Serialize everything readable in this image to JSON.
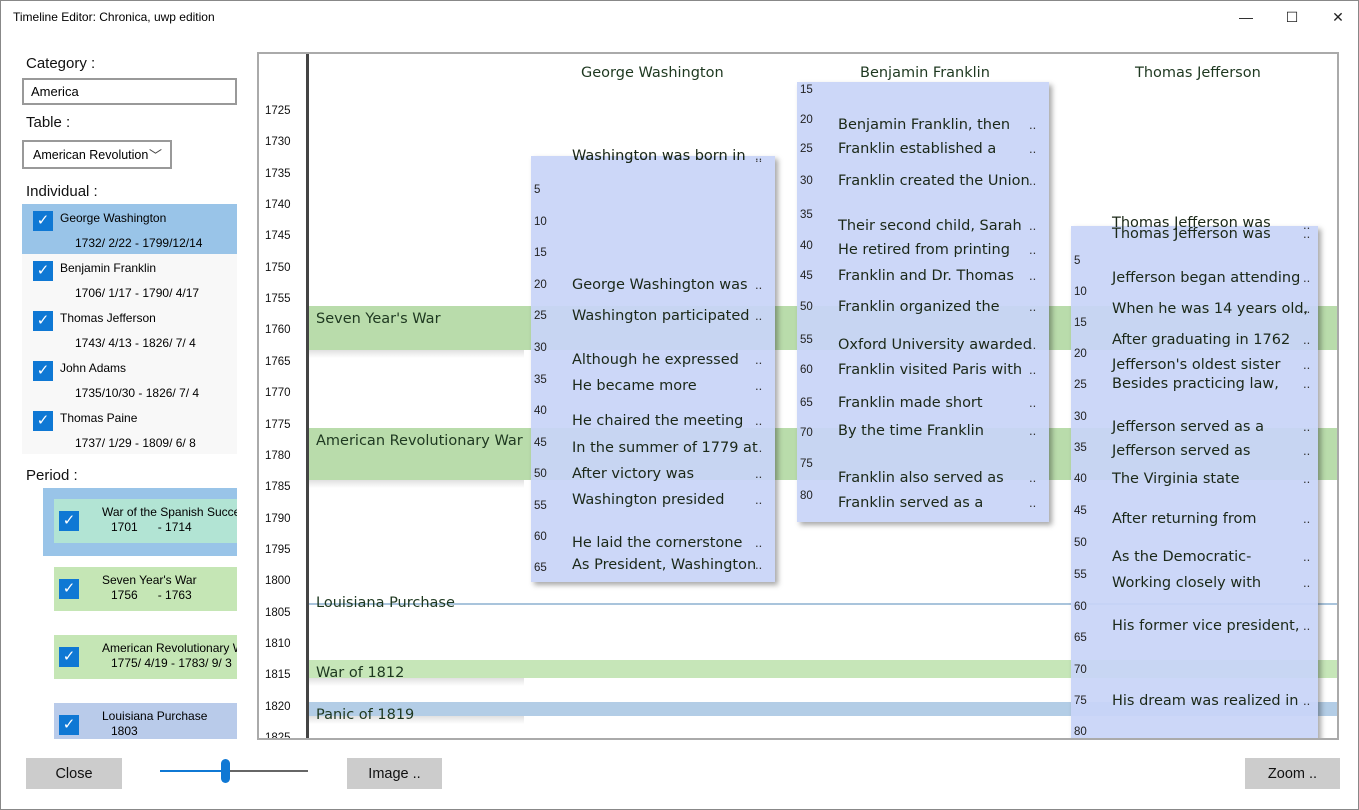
{
  "window": {
    "title": "Timeline Editor: Chronica, uwp edition",
    "min_glyph": "—",
    "max_glyph": "☐",
    "close_glyph": "✕"
  },
  "sidebar": {
    "category_label": "Category :",
    "category_value": "America",
    "table_label": "Table :",
    "table_value": "American Revolution",
    "individual_label": "Individual :",
    "individuals": [
      {
        "name": "George Washington",
        "dates": "1732/ 2/22 - 1799/12/14",
        "checked": true
      },
      {
        "name": "Benjamin Franklin",
        "dates": "1706/ 1/17 - 1790/ 4/17",
        "checked": true
      },
      {
        "name": "Thomas Jefferson",
        "dates": "1743/ 4/13 - 1826/ 7/ 4",
        "checked": true
      },
      {
        "name": "John Adams",
        "dates": "1735/10/30 - 1826/ 7/ 4",
        "checked": true
      },
      {
        "name": "Thomas Paine",
        "dates": "1737/ 1/29 - 1809/ 6/ 8",
        "checked": true
      }
    ],
    "period_label": "Period :",
    "periods": [
      {
        "name": "War of the Spanish Succession",
        "dates": "1701      - 1714",
        "color": "#b2e4d4",
        "checked": true
      },
      {
        "name": "Seven Year's War",
        "dates": "1756      - 1763",
        "color": "#c5e6b5",
        "checked": true
      },
      {
        "name": "American Revolutionary War",
        "dates": "1775/ 4/19 - 1783/ 9/ 3",
        "color": "#c5e6b5",
        "checked": true
      },
      {
        "name": "Louisiana Purchase",
        "dates": "1803",
        "color": "#b9cbea",
        "checked": true
      }
    ],
    "check_glyph": "✓"
  },
  "bottom": {
    "close_label": "Close",
    "image_label": "Image ..",
    "zoom_label": "Zoom .."
  },
  "timeline": {
    "years": [
      "1725",
      "1730",
      "1735",
      "1740",
      "1745",
      "1750",
      "1755",
      "1760",
      "1765",
      "1770",
      "1775",
      "1780",
      "1785",
      "1790",
      "1795",
      "1800",
      "1805",
      "1810",
      "1815",
      "1820",
      "1825"
    ],
    "bands": [
      {
        "label": "Seven Year's War",
        "color": "#b9dcab"
      },
      {
        "label": "American Revolutionary War",
        "color": "#b9dcab"
      },
      {
        "label": "Louisiana Purchase",
        "color": "#a9c4dc"
      },
      {
        "label": "War of 1812",
        "color": "#c6e6b8"
      },
      {
        "label": "Panic of 1819",
        "color": "#b3cde6"
      }
    ],
    "columns": [
      {
        "name": "George Washington",
        "events": [
          {
            "age": "",
            "text": "Washington was born in",
            "more": ".."
          },
          {
            "age": "5",
            "text": "",
            "more": ""
          },
          {
            "age": "10",
            "text": "",
            "more": ""
          },
          {
            "age": "15",
            "text": "",
            "more": ""
          },
          {
            "age": "20",
            "text": "George Washington was",
            "more": ".."
          },
          {
            "age": "25",
            "text": "Washington participated",
            "more": ".."
          },
          {
            "age": "30",
            "text": "",
            "more": ""
          },
          {
            "age": "",
            "text": "Although he expressed",
            "more": ".."
          },
          {
            "age": "35",
            "text": "He became more",
            "more": ".."
          },
          {
            "age": "40",
            "text": "",
            "more": ""
          },
          {
            "age": "",
            "text": "He chaired the meeting",
            "more": ".."
          },
          {
            "age": "45",
            "text": "In the summer of 1779 at",
            "more": ".."
          },
          {
            "age": "50",
            "text": "After victory was",
            "more": ".."
          },
          {
            "age": "55",
            "text": "Washington presided",
            "more": ".."
          },
          {
            "age": "60",
            "text": "",
            "more": ""
          },
          {
            "age": "",
            "text": "He laid the cornerstone",
            "more": ".."
          },
          {
            "age": "65",
            "text": "As President, Washington",
            "more": ".."
          }
        ]
      },
      {
        "name": "Benjamin Franklin",
        "events": [
          {
            "age": "15",
            "text": "",
            "more": ""
          },
          {
            "age": "20",
            "text": "",
            "more": ""
          },
          {
            "age": "",
            "text": "Benjamin Franklin, then",
            "more": ".."
          },
          {
            "age": "25",
            "text": "Franklin established a",
            "more": ".."
          },
          {
            "age": "30",
            "text": "Franklin created the Union",
            "more": ".."
          },
          {
            "age": "35",
            "text": "",
            "more": ""
          },
          {
            "age": "",
            "text": "Their second child, Sarah",
            "more": ".."
          },
          {
            "age": "40",
            "text": "He retired from printing",
            "more": ".."
          },
          {
            "age": "45",
            "text": "Franklin and Dr. Thomas",
            "more": ".."
          },
          {
            "age": "50",
            "text": "Franklin organized the",
            "more": ".."
          },
          {
            "age": "55",
            "text": "Oxford University awarded",
            "more": ".."
          },
          {
            "age": "60",
            "text": "Franklin visited Paris with",
            "more": ".."
          },
          {
            "age": "65",
            "text": "Franklin made short",
            "more": ".."
          },
          {
            "age": "70",
            "text": "By the time Franklin",
            "more": ".."
          },
          {
            "age": "75",
            "text": "",
            "more": ""
          },
          {
            "age": "",
            "text": "Franklin also served as",
            "more": ".."
          },
          {
            "age": "80",
            "text": "Franklin served as a",
            "more": ".."
          }
        ]
      },
      {
        "name": "Thomas Jefferson",
        "events": [
          {
            "age": "",
            "text": "Thomas Jefferson was",
            "more": ".."
          },
          {
            "age": "5",
            "text": "",
            "more": ""
          },
          {
            "age": "",
            "text": "Jefferson began attending",
            "more": ".."
          },
          {
            "age": "10",
            "text": "",
            "more": ""
          },
          {
            "age": "",
            "text": "When he was 14 years old,",
            "more": ".."
          },
          {
            "age": "15",
            "text": "",
            "more": ""
          },
          {
            "age": "",
            "text": "After graduating in 1762",
            "more": ".."
          },
          {
            "age": "20",
            "text": "",
            "more": ""
          },
          {
            "age": "",
            "text": "Jefferson's oldest sister",
            "more": ".."
          },
          {
            "age": "25",
            "text": "Besides practicing law,",
            "more": ".."
          },
          {
            "age": "30",
            "text": "",
            "more": ""
          },
          {
            "age": "",
            "text": "Jefferson served as a",
            "more": ".."
          },
          {
            "age": "35",
            "text": "Jefferson served as",
            "more": ".."
          },
          {
            "age": "40",
            "text": "The Virginia state",
            "more": ".."
          },
          {
            "age": "45",
            "text": "",
            "more": ""
          },
          {
            "age": "",
            "text": "After returning from",
            "more": ".."
          },
          {
            "age": "50",
            "text": "",
            "more": ""
          },
          {
            "age": "",
            "text": "As the Democratic-",
            "more": ".."
          },
          {
            "age": "55",
            "text": "Working closely with",
            "more": ".."
          },
          {
            "age": "60",
            "text": "",
            "more": ""
          },
          {
            "age": "65",
            "text": "His former vice president,",
            "more": ".."
          },
          {
            "age": "70",
            "text": "",
            "more": ""
          },
          {
            "age": "75",
            "text": "His dream was realized in",
            "more": ".."
          },
          {
            "age": "80",
            "text": "",
            "more": ""
          }
        ]
      }
    ]
  },
  "colors": {
    "accent": "#0f78d4",
    "selection": "#99c4e8",
    "event_card": "#c8d4f8"
  }
}
